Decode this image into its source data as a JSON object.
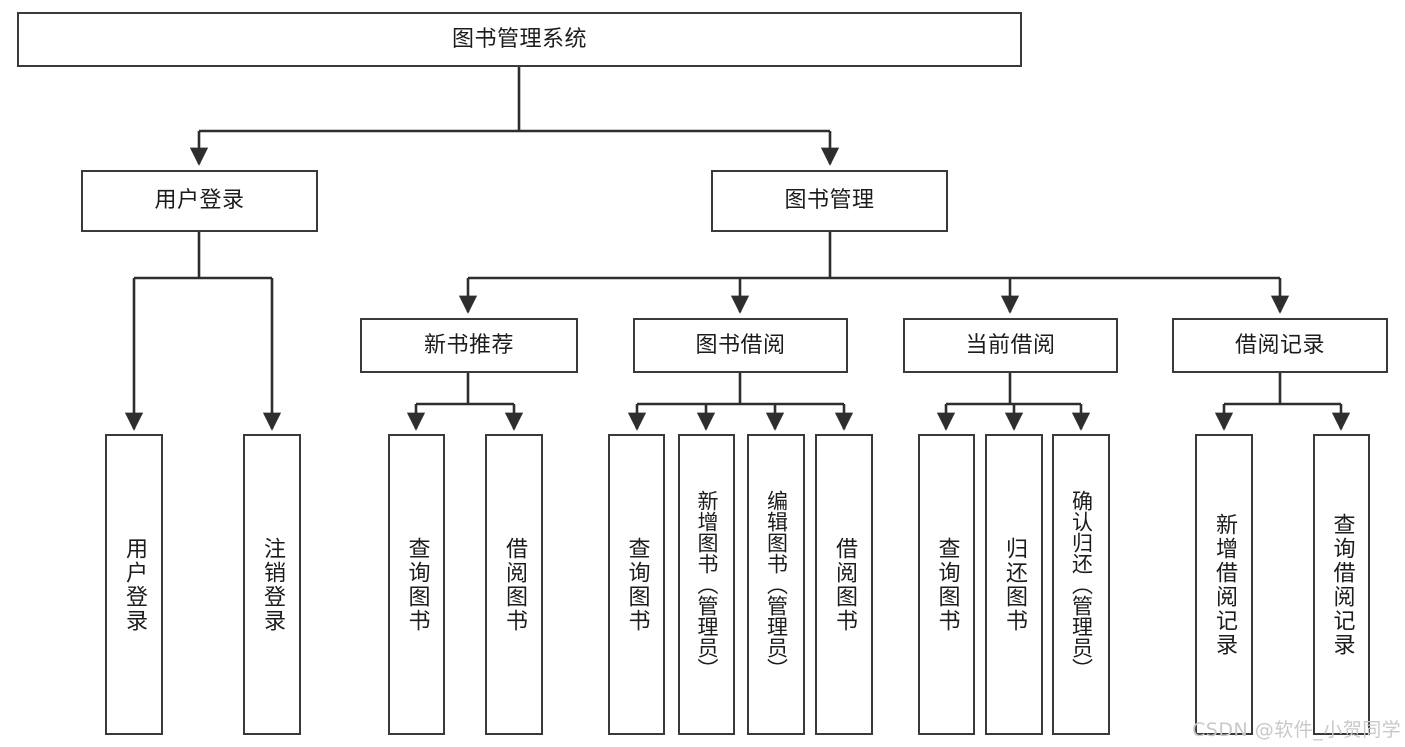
{
  "diagram": {
    "title": "图书管理系统",
    "type": "hierarchy-tree",
    "background_color": "#ffffff",
    "box_border_color": "#3a3a3a",
    "text_color": "#1c1c1c"
  },
  "nodes": {
    "root": {
      "label": "图书管理系统",
      "level": 0
    },
    "level1": [
      {
        "label": "用户登录"
      },
      {
        "label": "图书管理"
      }
    ],
    "level2": [
      {
        "label": "新书推荐"
      },
      {
        "label": "图书借阅"
      },
      {
        "label": "当前借阅"
      },
      {
        "label": "借阅记录"
      }
    ],
    "leaves": {
      "user_login": [
        {
          "label": "用户登录"
        },
        {
          "label": "注销登录"
        }
      ],
      "new_book_recommend": [
        {
          "label": "查询图书"
        },
        {
          "label": "借阅图书"
        }
      ],
      "book_borrow": [
        {
          "label": "查询图书"
        },
        {
          "label": "新增图书（管理员）"
        },
        {
          "label": "编辑图书（管理员）"
        },
        {
          "label": "借阅图书"
        }
      ],
      "current_borrow": [
        {
          "label": "查询图书"
        },
        {
          "label": "归还图书"
        },
        {
          "label": "确认归还（管理员）"
        }
      ],
      "borrow_record": [
        {
          "label": "新增借阅记录"
        },
        {
          "label": "查询借阅记录"
        }
      ]
    }
  },
  "watermark": {
    "text": "CSDN @软件_小贺同学"
  }
}
